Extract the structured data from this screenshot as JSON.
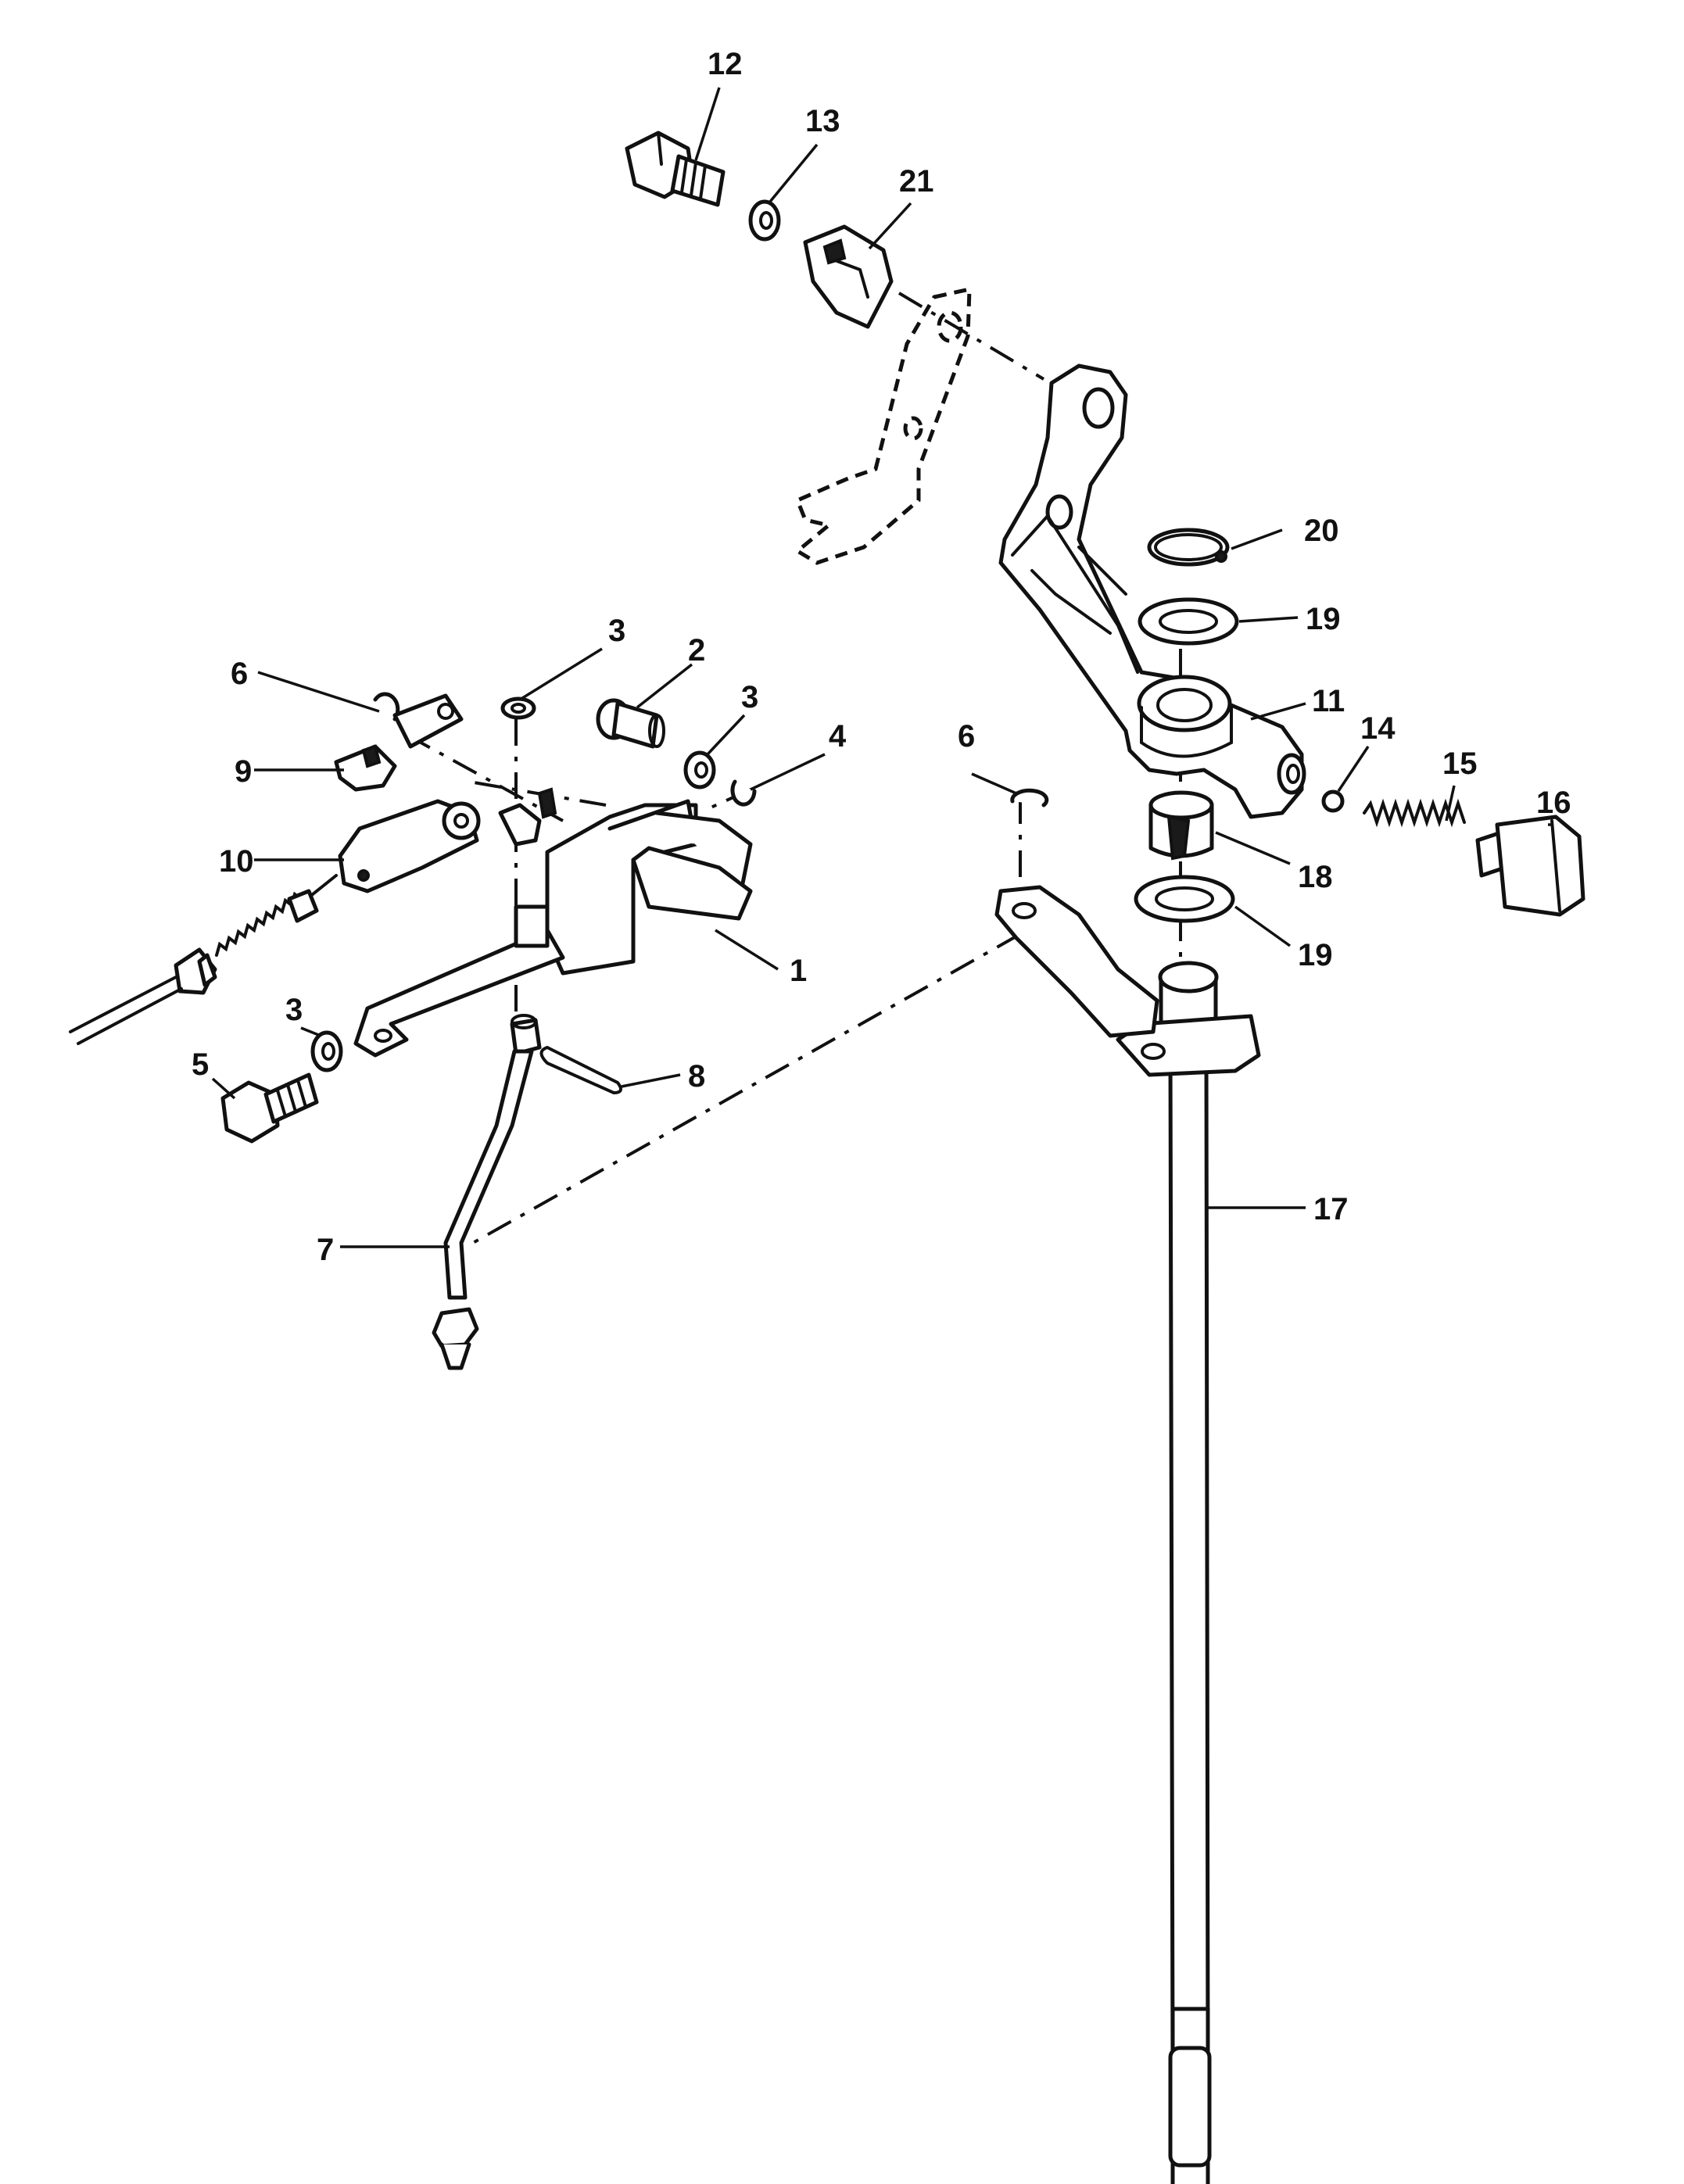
{
  "callouts": {
    "c1": "1",
    "c2": "2",
    "c3a": "3",
    "c3b": "3",
    "c3c": "3",
    "c4": "4",
    "c5": "5",
    "c6a": "6",
    "c6b": "6",
    "c7": "7",
    "c8": "8",
    "c9": "9",
    "c10": "10",
    "c11": "11",
    "c12": "12",
    "c13": "13",
    "c14": "14",
    "c15": "15",
    "c16": "16",
    "c17": "17",
    "c18": "18",
    "c19a": "19",
    "c19b": "19",
    "c20": "20",
    "c21": "21"
  }
}
